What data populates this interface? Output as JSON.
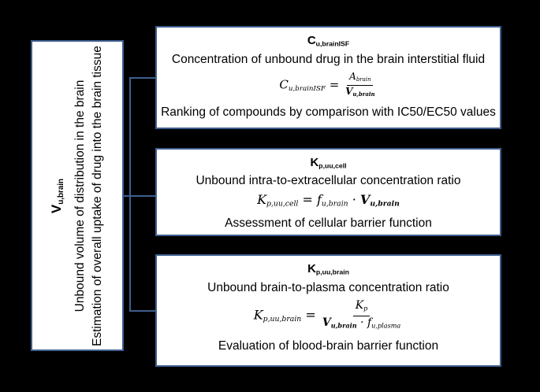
{
  "left": {
    "title_main": "V",
    "title_sub": "u,brain",
    "line1": "Unbound  volume of distribution in the brain",
    "line2": "Estimation of overall uptake of drug into the brain tissue"
  },
  "box1": {
    "title_main": "C",
    "title_sub": "u,brainISF",
    "desc": "Concentration of unbound drug in the brain interstitial fluid",
    "formula_lhs_main": "C",
    "formula_lhs_sub": "u,brainISF",
    "formula_eq": " = ",
    "formula_num_main": "A",
    "formula_num_sub": "brain",
    "formula_den_main": "V",
    "formula_den_sub": "u,brain",
    "note": "Ranking of compounds by comparison with IC50/EC50 values"
  },
  "box2": {
    "title_main": "K",
    "title_sub": "p,uu,cell",
    "desc": "Unbound intra-to-extracellular concentration ratio",
    "formula_lhs_main": "K",
    "formula_lhs_sub": "p,uu,cell",
    "formula_eq": " = ",
    "formula_f_main": "f",
    "formula_f_sub": "u,brain",
    "formula_dot": " · ",
    "formula_v_main": "V",
    "formula_v_sub": "u,brain",
    "note": "Assessment of cellular barrier function"
  },
  "box3": {
    "title_main": "K",
    "title_sub": "p,uu,brain",
    "desc": "Unbound brain-to-plasma concentration ratio",
    "formula_lhs_main": "K",
    "formula_lhs_sub": "p,uu,brain",
    "formula_eq": " = ",
    "formula_num_main": "K",
    "formula_num_sub": "p",
    "formula_den_v_main": "V",
    "formula_den_v_sub": "u,brain",
    "formula_den_dot": " · ",
    "formula_den_f_main": "f",
    "formula_den_f_sub": "u,plasma",
    "note": "Evaluation of blood-brain barrier function"
  }
}
